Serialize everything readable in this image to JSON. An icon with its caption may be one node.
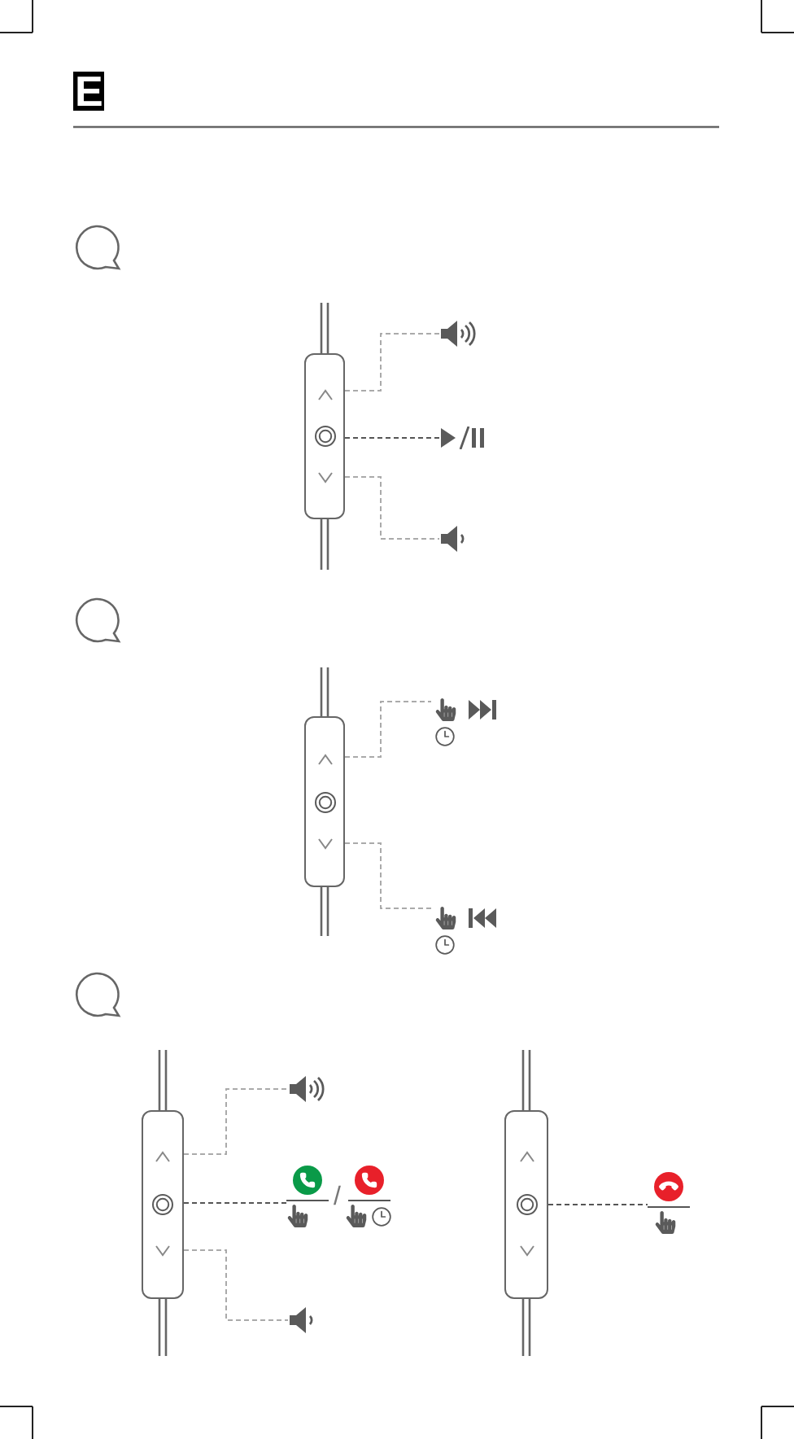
{
  "diagram": {
    "nodes": [
      {
        "text": [],
        "shape": "box"
      },
      {
        "text": [],
        "shape": "icon"
      },
      {
        "text": [],
        "shape": "icon"
      },
      {
        "text": [],
        "shape": "icon"
      },
      {
        "text": [],
        "shape": "box"
      },
      {
        "text": [],
        "shape": "icon"
      },
      {
        "text": [],
        "shape": "icon"
      },
      {
        "text": [],
        "shape": "box"
      },
      {
        "text": [],
        "shape": "icon"
      },
      {
        "text": [
          "/"
        ]
      },
      {
        "text": [],
        "shape": "icon"
      },
      {
        "text": [],
        "shape": "box"
      },
      {
        "text": [],
        "shape": "icon"
      }
    ],
    "edges": [
      {
        "from": 0,
        "to": 1,
        "arrow": "none",
        "style": "dashed"
      },
      {
        "from": 0,
        "to": 2,
        "arrow": "none",
        "style": "dashed",
        "color": "#555555"
      },
      {
        "from": 0,
        "to": 3,
        "arrow": "none",
        "style": "dashed"
      },
      {
        "from": 4,
        "to": 5,
        "arrow": "none",
        "style": "dashed"
      },
      {
        "from": 4,
        "to": 6,
        "arrow": "none",
        "style": "dashed"
      },
      {
        "from": 7,
        "to": 8,
        "arrow": "none",
        "style": "dashed"
      },
      {
        "from": 7,
        "to": 9,
        "arrow": "none",
        "style": "dashed",
        "color": "#555555"
      },
      {
        "from": 7,
        "to": 10,
        "arrow": "none",
        "style": "dashed"
      },
      {
        "from": 11,
        "to": 12,
        "arrow": "none",
        "style": "dashed",
        "color": "#555555"
      }
    ],
    "labels": [
      "E"
    ]
  }
}
